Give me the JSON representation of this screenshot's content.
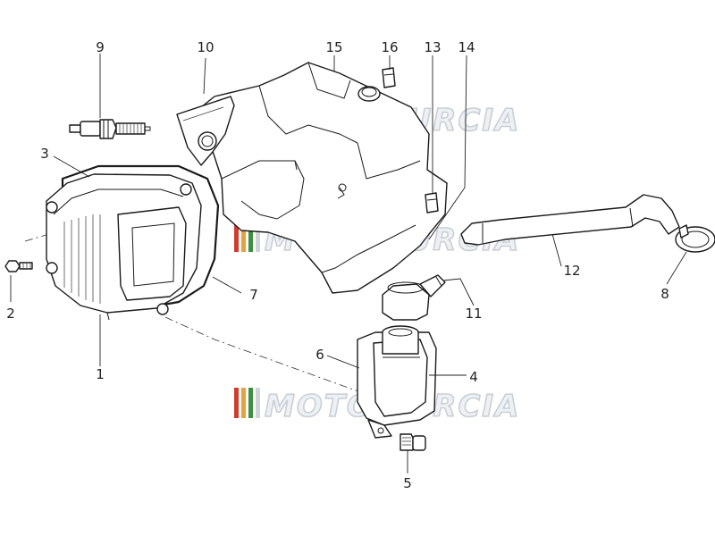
{
  "watermark": {
    "brand": "MOTOMURCIA",
    "stripe_colors": [
      "#d33a2c",
      "#e6a23c",
      "#3f8f3f",
      "#cfd4da"
    ]
  },
  "callouts": [
    {
      "id": "1",
      "label": "1"
    },
    {
      "id": "2",
      "label": "2"
    },
    {
      "id": "3",
      "label": "3"
    },
    {
      "id": "4",
      "label": "4"
    },
    {
      "id": "5",
      "label": "5"
    },
    {
      "id": "6",
      "label": "6"
    },
    {
      "id": "7",
      "label": "7"
    },
    {
      "id": "8",
      "label": "8"
    },
    {
      "id": "9",
      "label": "9"
    },
    {
      "id": "10",
      "label": "10"
    },
    {
      "id": "11",
      "label": "11"
    },
    {
      "id": "12",
      "label": "12"
    },
    {
      "id": "13",
      "label": "13"
    },
    {
      "id": "14",
      "label": "14"
    },
    {
      "id": "15",
      "label": "15"
    },
    {
      "id": "16",
      "label": "16"
    }
  ]
}
